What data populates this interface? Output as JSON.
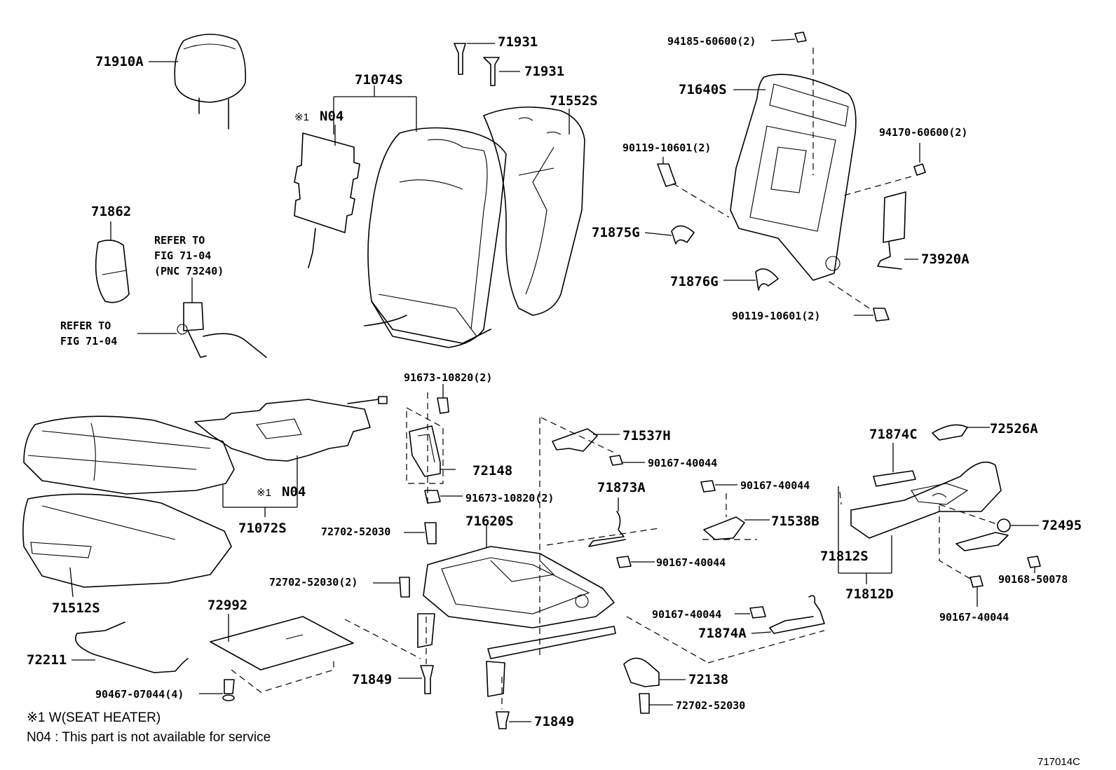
{
  "callouts": {
    "c71910A": "71910A",
    "c71074S": "71074S",
    "c71931a": "71931",
    "c71931b": "71931",
    "c71552S": "71552S",
    "c94185": "94185-60600(2)",
    "c71640S": "71640S",
    "c94170": "94170-60600(2)",
    "c90119a": "90119-10601(2)",
    "c71875G": "71875G",
    "c73920A": "73920A",
    "c71876G": "71876G",
    "c90119b": "90119-10601(2)",
    "c71862": "71862",
    "cN04a": "N04",
    "cN04b": "N04",
    "c91673a": "91673-10820(2)",
    "c71537H": "71537H",
    "c90167a": "90167-40044",
    "c72148": "72148",
    "c91673b": "91673-10820(2)",
    "c71873A": "71873A",
    "c71874C": "71874C",
    "c72526A": "72526A",
    "c90167b": "90167-40044",
    "c71538B": "71538B",
    "c71072S": "71072S",
    "c72702a": "72702-52030",
    "c71620S": "71620S",
    "c90167c": "90167-40044",
    "c72495": "72495",
    "c71812S": "71812S",
    "c90168": "90168-50078",
    "c72702b": "72702-52030(2)",
    "c71812D": "71812D",
    "c71512S": "71512S",
    "c72992": "72992",
    "c90167d": "90167-40044",
    "c90167e": "90167-40044",
    "c71874A": "71874A",
    "c72211": "72211",
    "c72138": "72138",
    "c71849a": "71849",
    "c90467": "90467-07044(4)",
    "c72702c": "72702-52030",
    "c71849b": "71849"
  },
  "references": {
    "ref1_line1": "REFER TO",
    "ref1_line2": "FIG 71-04",
    "ref1_line3": "(PNC 73240)",
    "ref2_line1": "REFER TO",
    "ref2_line2": "FIG 71-04"
  },
  "marks": {
    "note_symbol_a": "※1",
    "note_symbol_b": "※1"
  },
  "notes": {
    "note1": "※1  W(SEAT  HEATER)",
    "note2": "N04 : This part is not available for service"
  },
  "figure_code": "717014C"
}
